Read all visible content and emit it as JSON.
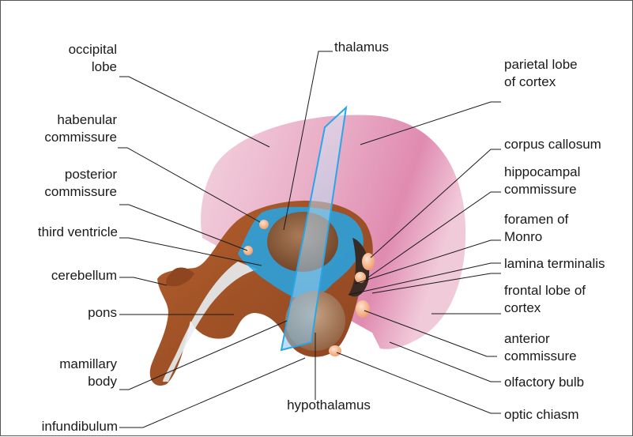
{
  "colors": {
    "cortex": "#e39ab8",
    "cortex_light": "#efc4d4",
    "brainstem": "#9c4e22",
    "ventricle": "#1aa3e6",
    "ventricle_light": "#9fd3f2",
    "thalamus": "#7a4a2c",
    "commissure": "#f3a777",
    "plane": "#2aa6e8",
    "leader_line": "#1a1a1a"
  },
  "labels": {
    "occipital_lobe": [
      "occipital",
      "lobe"
    ],
    "thalamus": "thalamus",
    "parietal_lobe": [
      "parietal lobe",
      "of cortex"
    ],
    "habenular_commissure": [
      "habenular",
      "commissure"
    ],
    "corpus_callosum": "corpus callosum",
    "posterior_commissure": [
      "posterior",
      "commissure"
    ],
    "hippocampal_commissure": [
      "hippocampal",
      "commissure"
    ],
    "third_ventricle": "third ventricle",
    "foramen_of_monro": [
      "foramen of",
      "Monro"
    ],
    "cerebellum": "cerebellum",
    "lamina_terminalis": "lamina terminalis",
    "pons": "pons",
    "frontal_lobe": [
      "frontal lobe of",
      "cortex"
    ],
    "anterior_commissure": [
      "anterior",
      "commissure"
    ],
    "mamillary_body": [
      "mamillary",
      "body"
    ],
    "olfactory_bulb": "olfactory bulb",
    "hypothalamus": "hypothalamus",
    "optic_chiasm": "optic chiasm",
    "infundibulum": "infundibulum"
  }
}
